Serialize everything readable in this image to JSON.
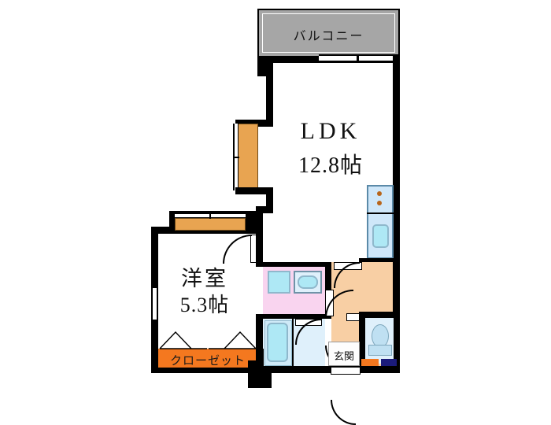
{
  "plan": {
    "type": "floor-plan",
    "unit_type": "1LDK",
    "rooms": [
      {
        "id": "balcony",
        "name": "バルコニー",
        "fill": "#a6a6a6"
      },
      {
        "id": "ldk",
        "name": "LDK",
        "area": "12.8帖",
        "fill": "#ffffff"
      },
      {
        "id": "bedroom",
        "name": "洋室",
        "area": "5.3帖",
        "fill": "#ffffff"
      },
      {
        "id": "closet",
        "name": "クローゼット",
        "fill": "#f4781f"
      },
      {
        "id": "entrance",
        "name": "玄関",
        "fill": "#f8cfa4"
      },
      {
        "id": "washroom",
        "name": "",
        "fill": "#f9d4ef"
      },
      {
        "id": "bathroom",
        "name": "",
        "fill": "#dff0fb"
      },
      {
        "id": "toilet",
        "name": "",
        "fill": "#dff0fb"
      }
    ],
    "labels": {
      "balcony": "バルコニー",
      "ldk_name": "LDK",
      "ldk_area": "12.8帖",
      "bedroom_name": "洋室",
      "bedroom_area": "5.3帖",
      "closet": "クローゼット",
      "entrance": "玄関"
    },
    "fixtures": [
      {
        "id": "kitchen-stove",
        "name": "stove-two-burner"
      },
      {
        "id": "kitchen-sink",
        "name": "kitchen-sink"
      },
      {
        "id": "washer",
        "name": "washing-machine"
      },
      {
        "id": "vanity-basin",
        "name": "wash-basin"
      },
      {
        "id": "bathtub",
        "name": "bathtub"
      },
      {
        "id": "toilet-bowl",
        "name": "toilet-bowl"
      },
      {
        "id": "shoe-cabinet",
        "name": "shoe-cabinet"
      },
      {
        "id": "refrigerator",
        "name": "refrigerator-space"
      }
    ],
    "colors": {
      "wall": "#000000",
      "balcony": "#a6a6a6",
      "hall": "#f8cfa4",
      "washroom": "#f9d4ef",
      "bath": "#dff0fb",
      "kitchen": "#cfe7f9",
      "closet_orange": "#f4781f",
      "window_orange": "#e8a451",
      "navy": "#1b1b7a",
      "fixture_blue": "#aee8f5"
    }
  }
}
